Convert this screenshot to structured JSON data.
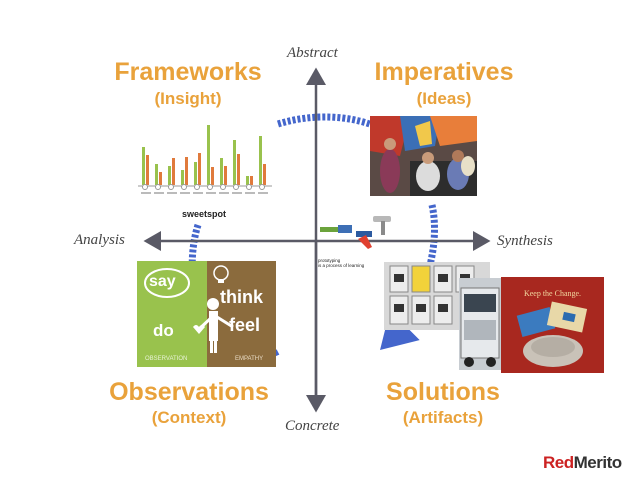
{
  "axes": {
    "top": "Abstract",
    "bottom": "Concrete",
    "left": "Analysis",
    "right": "Synthesis"
  },
  "quadrants": {
    "top_left": {
      "title": "Frameworks",
      "subtitle": "(Insight)"
    },
    "top_right": {
      "title": "Imperatives",
      "subtitle": "(Ideas)"
    },
    "bottom_left": {
      "title": "Observations",
      "subtitle": "(Context)"
    },
    "bottom_right": {
      "title": "Solutions",
      "subtitle": "(Artifacts)"
    }
  },
  "frameworks_chart_caption": "sweetspot",
  "center_caption_line1": "prototyping",
  "center_caption_line2": "is a process of learning",
  "empathy_panel": {
    "words": [
      "say",
      "think",
      "do",
      "feel"
    ],
    "footer_left": "OBSERVATION",
    "footer_right": "EMPATHY"
  },
  "poster_text": "Keep the Change.",
  "logo": {
    "part1": "Red",
    "part2": "Merito"
  },
  "colors": {
    "title": "#E9A23B",
    "axis": "#5a5a66",
    "cycle_arrow": "#4466CC",
    "logo_red": "#CC2222",
    "logo_gray": "#333333",
    "green": "#99C24D",
    "brown": "#8B6B3D"
  }
}
